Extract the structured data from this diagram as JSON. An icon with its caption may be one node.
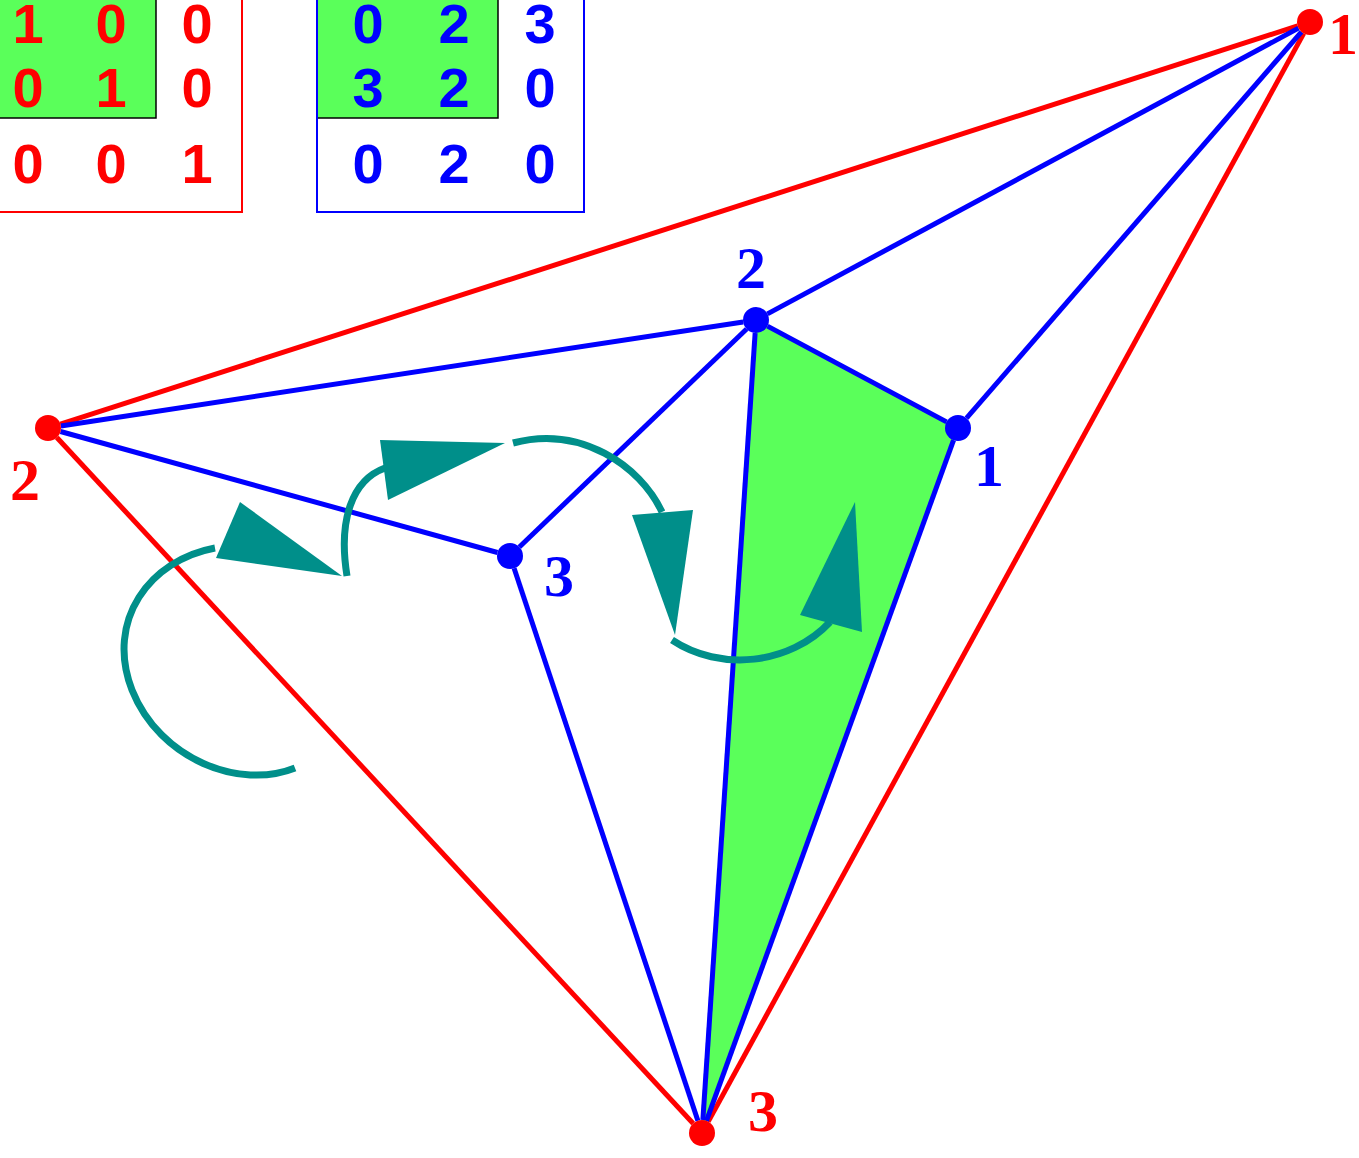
{
  "diagram": {
    "nodes": [
      {
        "text": [],
        "shape": "circle",
        "beside": [
          "1"
        ]
      },
      {
        "text": [],
        "shape": "circle",
        "beside": [
          "2"
        ]
      },
      {
        "text": [],
        "shape": "circle",
        "beside": [
          "3"
        ]
      },
      {
        "text": [],
        "shape": "circle",
        "beside": [
          "1"
        ]
      },
      {
        "text": [],
        "shape": "circle",
        "beside": [
          "2"
        ]
      },
      {
        "text": [],
        "shape": "circle",
        "beside": [
          "3"
        ]
      }
    ],
    "edges": [
      {
        "from": 0,
        "to": 1,
        "arrow": "none",
        "color": "#ff0000"
      },
      {
        "from": 1,
        "to": 2,
        "arrow": "none",
        "color": "#ff0000"
      },
      {
        "from": 2,
        "to": 0,
        "arrow": "none",
        "color": "#ff0000"
      },
      {
        "from": 4,
        "to": 1,
        "arrow": "none"
      },
      {
        "from": 4,
        "to": 0,
        "arrow": "none"
      },
      {
        "from": 3,
        "to": 0,
        "arrow": "none"
      },
      {
        "from": 4,
        "to": 3,
        "arrow": "none"
      },
      {
        "from": 4,
        "to": 5,
        "arrow": "none"
      },
      {
        "from": 5,
        "to": 1,
        "arrow": "none"
      },
      {
        "from": 5,
        "to": 2,
        "arrow": "none"
      },
      {
        "from": 4,
        "to": 2,
        "arrow": "none"
      },
      {
        "from": 3,
        "to": 2,
        "arrow": "none"
      }
    ],
    "labels": [
      "1",
      "0",
      "0",
      "0",
      "1",
      "0",
      "0",
      "0",
      "1",
      "0",
      "2",
      "3",
      "3",
      "2",
      "0",
      "0",
      "2",
      "0"
    ]
  }
}
